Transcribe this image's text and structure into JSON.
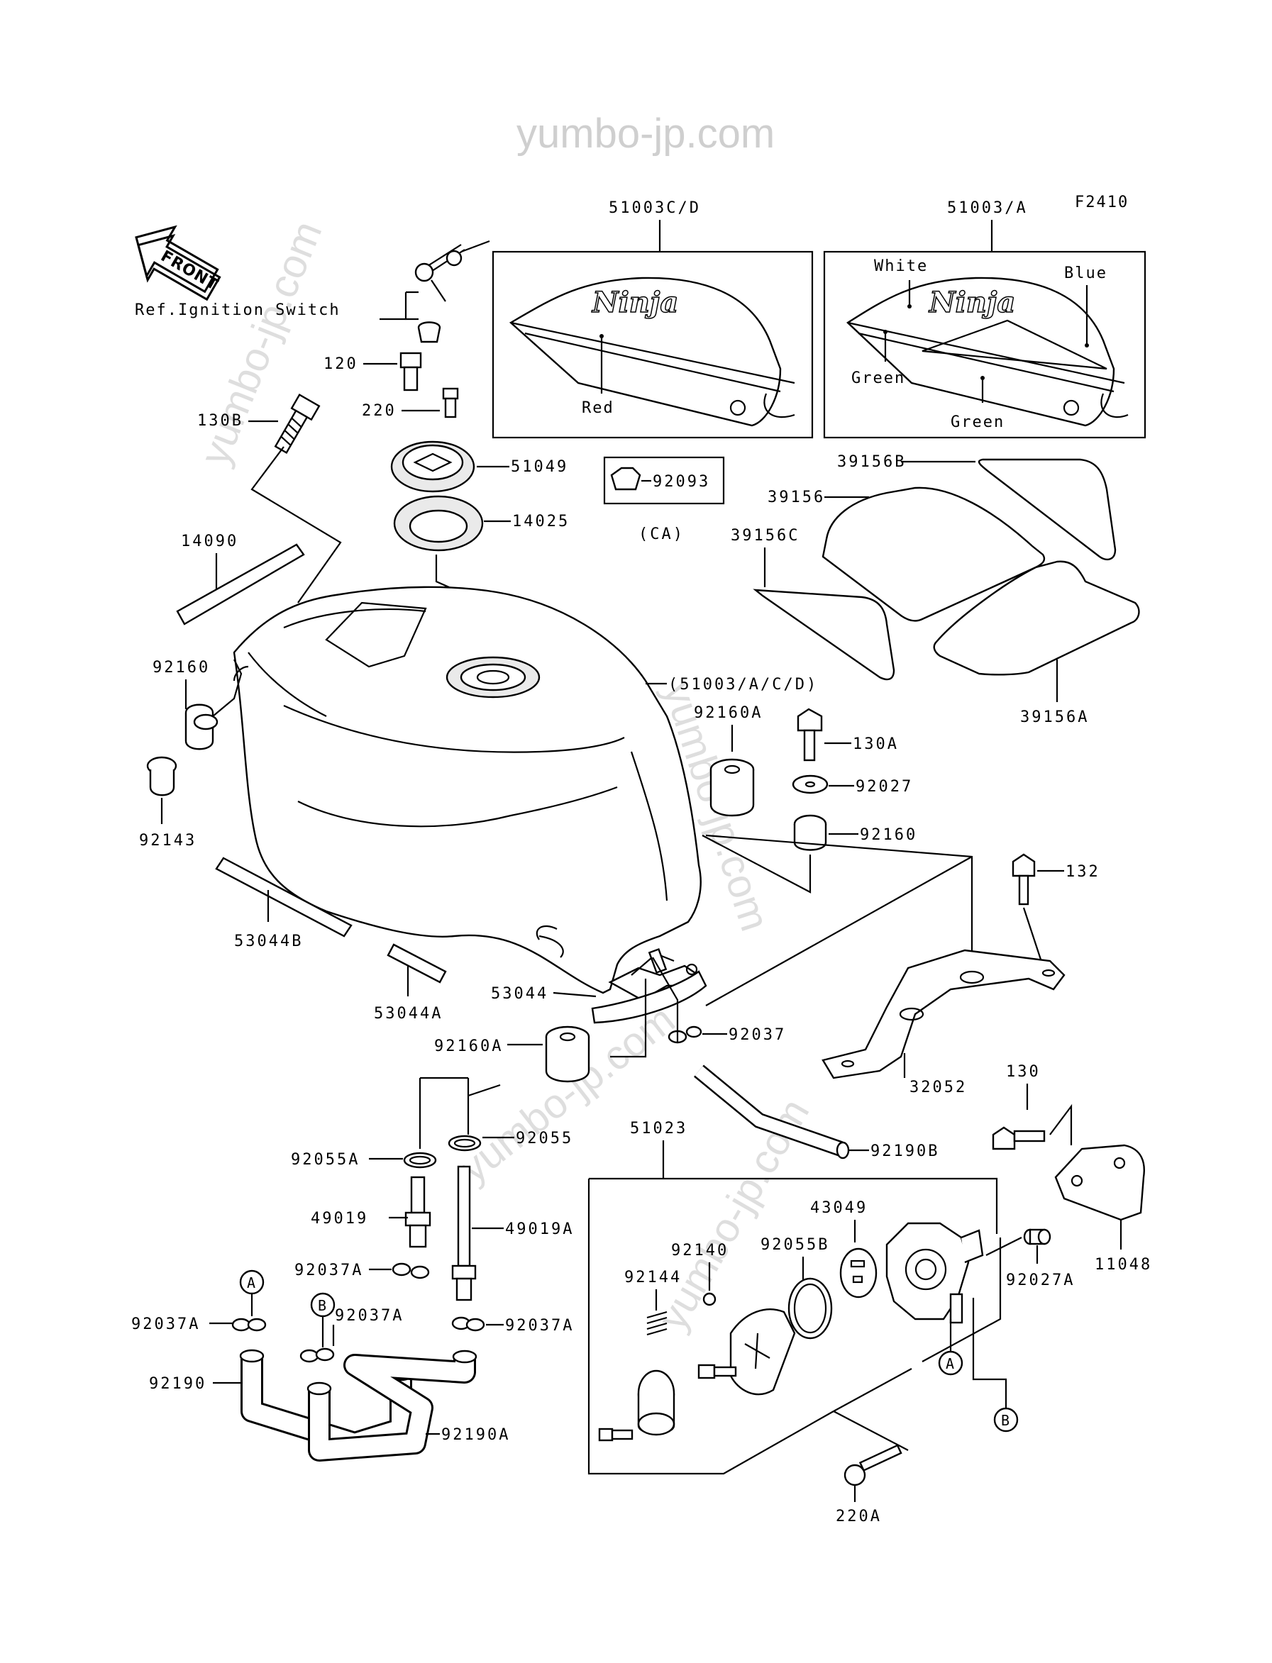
{
  "watermark": {
    "text_top": "yumbo-jp.com",
    "text_diag1": "yumbo-jp.com",
    "text_diag2": "yumbo-jp.com",
    "text_diag3": "yumbo-jp.com",
    "text_diag4": "yumbo-jp.com"
  },
  "figure_code": "F2410",
  "front_arrow": "FRONT",
  "ref_note": "Ref.Ignition Switch",
  "decal_boxes": {
    "left": {
      "code": "51003C/D",
      "logo": "Ninja",
      "color_red": "Red"
    },
    "right": {
      "code": "51003/A",
      "logo": "Ninja",
      "color_white": "White",
      "color_blue": "Blue",
      "color_green1": "Green",
      "color_green2": "Green"
    }
  },
  "labels": {
    "p120": "120",
    "p130b": "130B",
    "p220": "220",
    "p51049": "51049",
    "p14025": "14025",
    "p92093": "92093",
    "ca": "(CA)",
    "p14090": "14090",
    "p39156b": "39156B",
    "p39156": "39156",
    "p39156c": "39156C",
    "p39156a": "39156A",
    "p92160_left": "92160",
    "p51003_tank": "(51003/A/C/D)",
    "p92160a_top": "92160A",
    "p130a": "130A",
    "p92027": "92027",
    "p92160_right": "92160",
    "p92143": "92143",
    "p132": "132",
    "p53044b": "53044B",
    "p53044a": "53044A",
    "p53044": "53044",
    "p92037": "92037",
    "p32052": "32052",
    "p92160a_bot": "92160A",
    "p130": "130",
    "p51023": "51023",
    "p92055": "92055",
    "p92190b": "92190B",
    "p92055a": "92055A",
    "p43049": "43049",
    "p92140": "92140",
    "p92055b": "92055B",
    "p49019": "49019",
    "p49019a": "49019A",
    "p92144": "92144",
    "p11048": "11048",
    "p92037a_1": "92037A",
    "p92027a": "92027A",
    "p92037a_2": "92037A",
    "p92037a_3": "92037A",
    "p92037a_4": "92037A",
    "p92190": "92190",
    "p92190a": "92190A",
    "p220a": "220A",
    "callout_a1": "A",
    "callout_b1": "B",
    "callout_a2": "A",
    "callout_b2": "B"
  }
}
